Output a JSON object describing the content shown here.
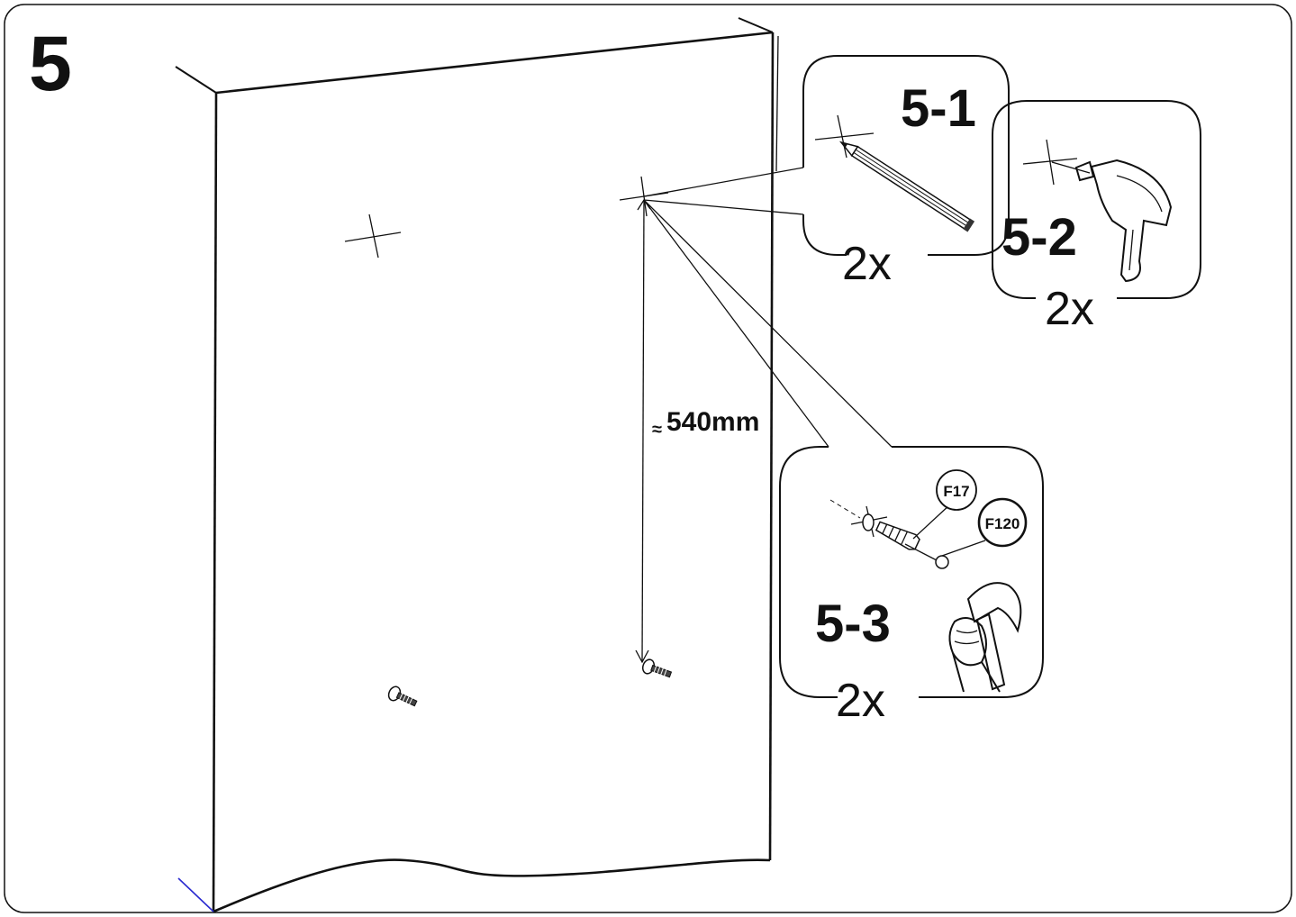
{
  "step_number": "5",
  "measurement": {
    "approx_symbol": "≈",
    "value": "540mm"
  },
  "substeps": [
    {
      "id": "5-1",
      "quantity": "2x",
      "tool": "pencil-icon"
    },
    {
      "id": "5-2",
      "quantity": "2x",
      "tool": "drill-icon"
    },
    {
      "id": "5-3",
      "quantity": "2x",
      "tool": "hammer-icon"
    }
  ],
  "parts": [
    {
      "code": "F17",
      "icon": "wall-plug-icon"
    },
    {
      "code": "F120",
      "icon": "screw-hook-icon"
    }
  ],
  "colors": {
    "line": "#111111",
    "background": "#ffffff",
    "corner_accent": "#2a2ad0"
  }
}
